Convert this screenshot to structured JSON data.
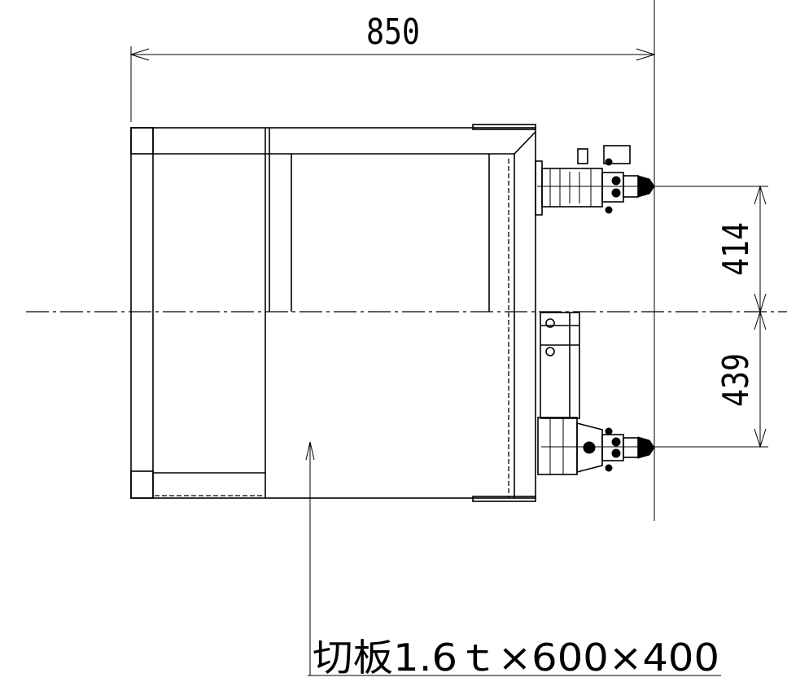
{
  "dimensions": {
    "width": "850",
    "upper_offset": "414",
    "lower_offset": "439"
  },
  "note": {
    "text": "切板1.6ｔ×600×400"
  },
  "colors": {
    "line": "#000000",
    "background": "#ffffff"
  }
}
